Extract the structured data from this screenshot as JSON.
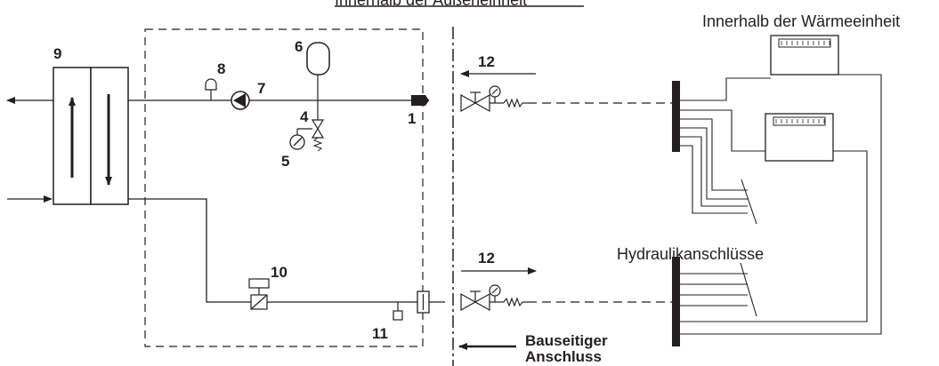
{
  "labels": {
    "top_title": "Innerhalb der Außeneinheit",
    "indoor_unit": "Innerhalb der Wärmeeinheit",
    "hydraulic": "Hydraulikanschlüsse",
    "field_line1": "Bauseitiger",
    "field_line2": "Anschluss"
  },
  "numbers": {
    "n1": "1",
    "n4": "4",
    "n5": "5",
    "n6": "6",
    "n7": "7",
    "n8": "8",
    "n9": "9",
    "n10": "10",
    "n11": "11",
    "n12_top": "12",
    "n12_bottom": "12"
  }
}
